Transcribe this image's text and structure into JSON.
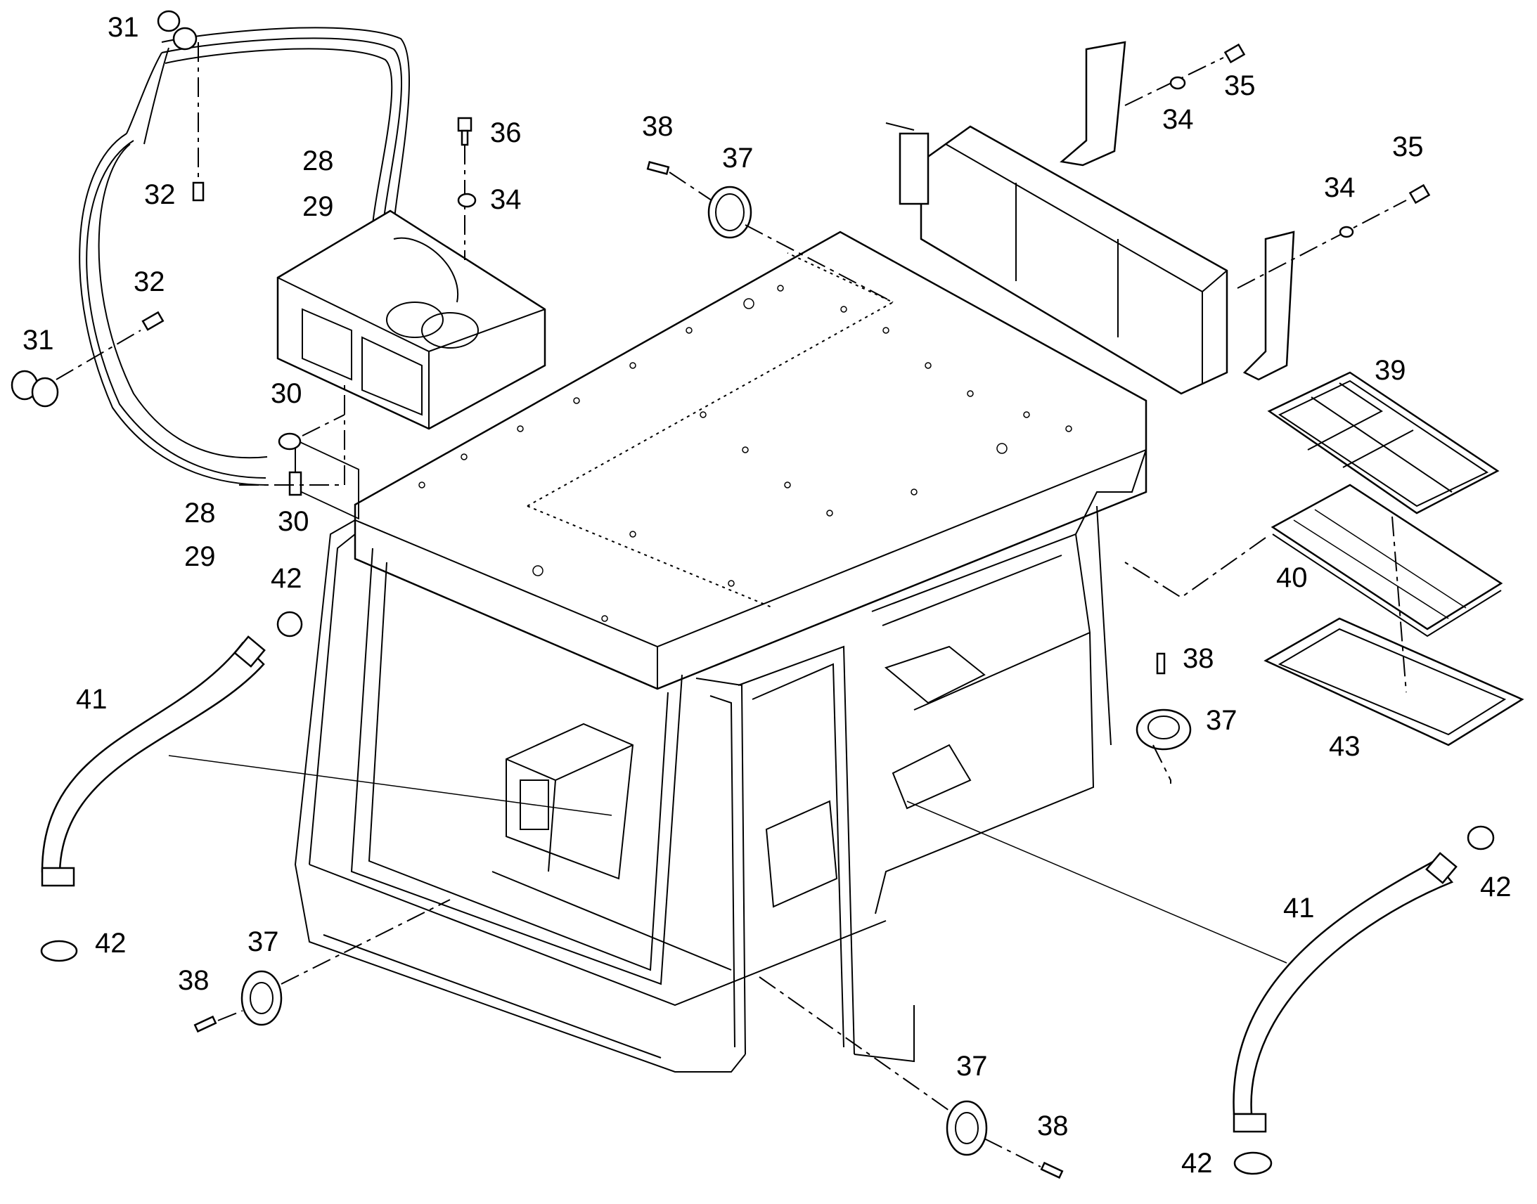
{
  "diagram": {
    "labels": [
      {
        "id": "l31a",
        "text": "31"
      },
      {
        "id": "l32a",
        "text": "32"
      },
      {
        "id": "l36",
        "text": "36"
      },
      {
        "id": "l28a",
        "text": "28"
      },
      {
        "id": "l29a",
        "text": "29"
      },
      {
        "id": "l34a",
        "text": "34"
      },
      {
        "id": "l32b",
        "text": "32"
      },
      {
        "id": "l31b",
        "text": "31"
      },
      {
        "id": "l30a",
        "text": "30"
      },
      {
        "id": "l28b",
        "text": "28"
      },
      {
        "id": "l30b",
        "text": "30"
      },
      {
        "id": "l29b",
        "text": "29"
      },
      {
        "id": "l42a",
        "text": "42"
      },
      {
        "id": "l41a",
        "text": "41"
      },
      {
        "id": "l42b",
        "text": "42"
      },
      {
        "id": "l37a",
        "text": "37"
      },
      {
        "id": "l38a",
        "text": "38"
      },
      {
        "id": "l38b",
        "text": "38"
      },
      {
        "id": "l37b",
        "text": "37"
      },
      {
        "id": "l34b",
        "text": "34"
      },
      {
        "id": "l35a",
        "text": "35"
      },
      {
        "id": "l35b",
        "text": "35"
      },
      {
        "id": "l34c",
        "text": "34"
      },
      {
        "id": "l39",
        "text": "39"
      },
      {
        "id": "l40",
        "text": "40"
      },
      {
        "id": "l38c",
        "text": "38"
      },
      {
        "id": "l37c",
        "text": "37"
      },
      {
        "id": "l43",
        "text": "43"
      },
      {
        "id": "l42c",
        "text": "42"
      },
      {
        "id": "l41b",
        "text": "41"
      },
      {
        "id": "l37d",
        "text": "37"
      },
      {
        "id": "l38d",
        "text": "38"
      },
      {
        "id": "l42d",
        "text": "42"
      }
    ]
  }
}
